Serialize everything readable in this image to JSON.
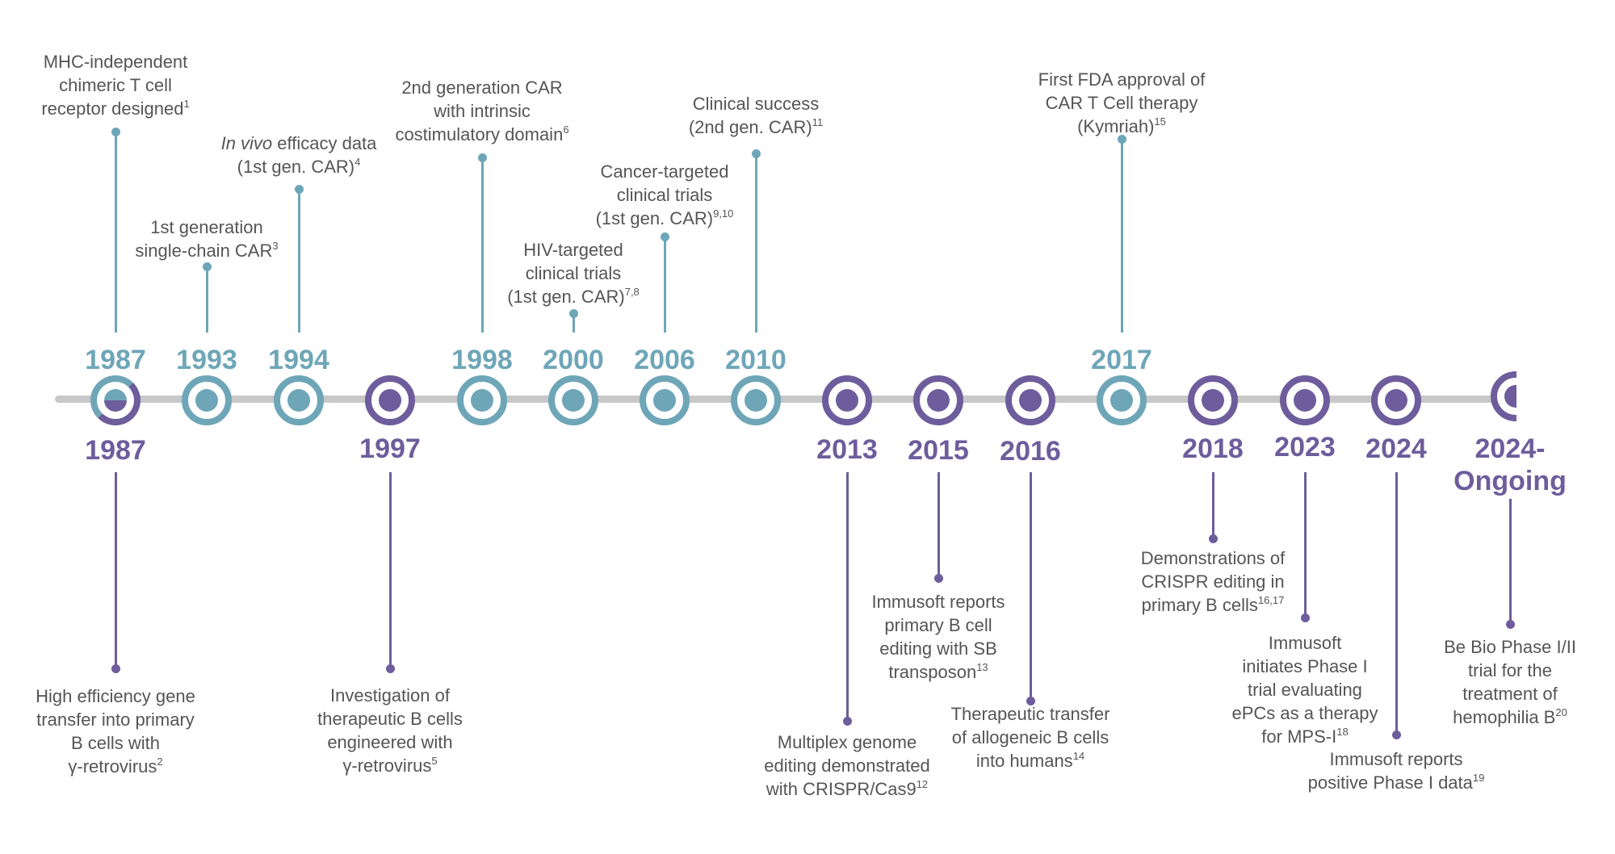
{
  "colors": {
    "top": "#6ea6b8",
    "bottom": "#6d5d9c",
    "axis": "#c8c8c8",
    "text": "#555555"
  },
  "top_events": [
    {
      "year": "1987",
      "lines": [
        {
          "t": "MHC-independent"
        },
        {
          "t": "chimeric T cell"
        },
        {
          "t": "receptor designed",
          "sup": "1"
        }
      ]
    },
    {
      "year": "1993",
      "lines": [
        {
          "t": "1st generation"
        },
        {
          "t": "single-chain CAR",
          "sup": "3"
        }
      ]
    },
    {
      "year": "1994",
      "lines": [
        {
          "it": "In vivo",
          "t": " efficacy data"
        },
        {
          "t": "(1st gen. CAR)",
          "sup": "4"
        }
      ]
    },
    {
      "year": "1998",
      "lines": [
        {
          "t": "2nd generation CAR"
        },
        {
          "t": "with intrinsic"
        },
        {
          "t": "costimulatory domain",
          "sup": "6"
        }
      ]
    },
    {
      "year": "2000",
      "lines": [
        {
          "t": "HIV-targeted"
        },
        {
          "t": "clinical trials"
        },
        {
          "t": "(1st gen. CAR)",
          "sup": "7,8"
        }
      ]
    },
    {
      "year": "2006",
      "lines": [
        {
          "t": "Cancer-targeted"
        },
        {
          "t": "clinical trials"
        },
        {
          "t": "(1st gen. CAR)",
          "sup": "9,10"
        }
      ]
    },
    {
      "year": "2010",
      "lines": [
        {
          "t": "Clinical success"
        },
        {
          "t": "(2nd gen. CAR)",
          "sup": "11"
        }
      ]
    },
    {
      "year": "2017",
      "lines": [
        {
          "t": "First FDA approval of"
        },
        {
          "t": "CAR T Cell therapy"
        },
        {
          "t": "(Kymriah)",
          "sup": "15"
        }
      ]
    }
  ],
  "bottom_events": [
    {
      "year": "1987",
      "lines": [
        {
          "t": "High efficiency gene"
        },
        {
          "t": "transfer into primary"
        },
        {
          "t": "B cells with"
        },
        {
          "t": "γ-retrovirus",
          "sup": "2"
        }
      ]
    },
    {
      "year": "1997",
      "lines": [
        {
          "t": "Investigation of"
        },
        {
          "t": "therapeutic B cells"
        },
        {
          "t": "engineered with"
        },
        {
          "t": "γ-retrovirus",
          "sup": "5"
        }
      ]
    },
    {
      "year": "2013",
      "lines": [
        {
          "t": "Multiplex genome"
        },
        {
          "t": "editing demonstrated"
        },
        {
          "t": "with CRISPR/Cas9",
          "sup": "12"
        }
      ]
    },
    {
      "year": "2015",
      "lines": [
        {
          "t": "Immusoft reports"
        },
        {
          "t": "primary B cell"
        },
        {
          "t": "editing with SB"
        },
        {
          "t": "transposon",
          "sup": "13"
        }
      ]
    },
    {
      "year": "2016",
      "lines": [
        {
          "t": "Therapeutic transfer"
        },
        {
          "t": "of allogeneic B cells"
        },
        {
          "t": "into humans",
          "sup": "14"
        }
      ]
    },
    {
      "year": "2018",
      "lines": [
        {
          "t": "Demonstrations of"
        },
        {
          "t": "CRISPR editing in"
        },
        {
          "t": "primary B cells",
          "sup": "16,17"
        }
      ]
    },
    {
      "year": "2023",
      "lines": [
        {
          "t": "Immusoft"
        },
        {
          "t": "initiates Phase I"
        },
        {
          "t": "trial evaluating"
        },
        {
          "t": "ePCs as a therapy"
        },
        {
          "t": "for MPS-I",
          "sup": "18"
        }
      ]
    },
    {
      "year": "2024",
      "lines": [
        {
          "t": "Immusoft reports"
        },
        {
          "t": "positive Phase I data",
          "sup": "19"
        }
      ]
    },
    {
      "year": "2024-\nOngoing",
      "lines": [
        {
          "t": "Be Bio Phase I/II"
        },
        {
          "t": "trial for the"
        },
        {
          "t": "treatment of"
        },
        {
          "t": "hemophilia B",
          "sup": "20"
        }
      ]
    }
  ]
}
